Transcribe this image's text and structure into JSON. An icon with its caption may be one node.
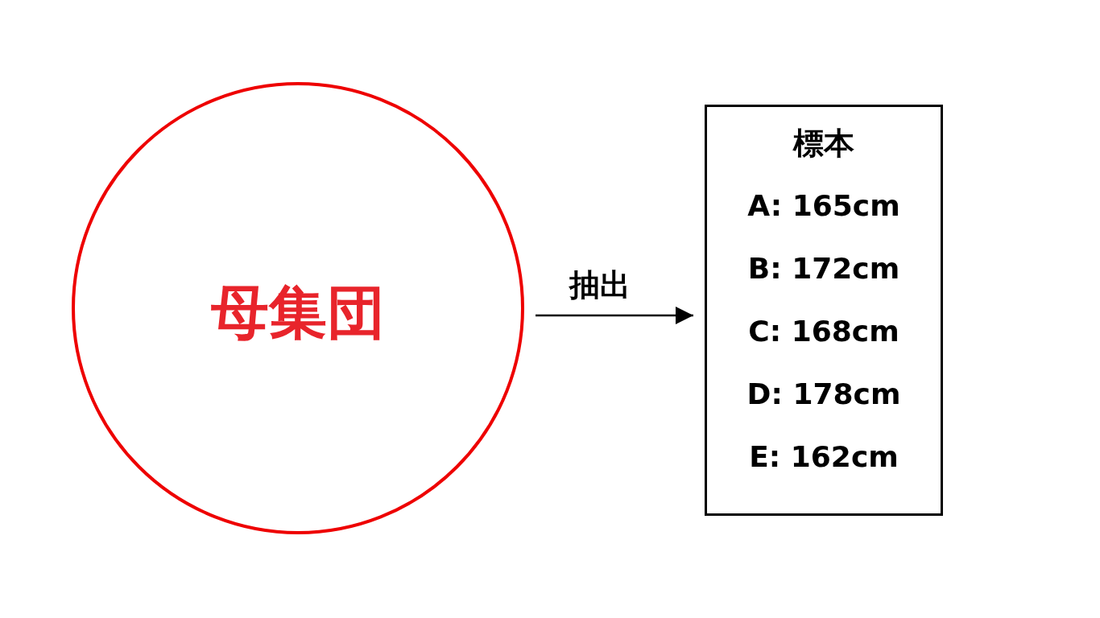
{
  "diagram": {
    "nodes": [
      {
        "text": [
          "母集団"
        ]
      },
      {
        "text": [
          "標本",
          "A: 165cm",
          "B: 172cm",
          "C: 168cm",
          "D: 178cm",
          "E: 162cm"
        ]
      }
    ],
    "edges": [
      {
        "from": 0,
        "to": 1,
        "arrow": "to",
        "label": "抽出"
      }
    ]
  }
}
